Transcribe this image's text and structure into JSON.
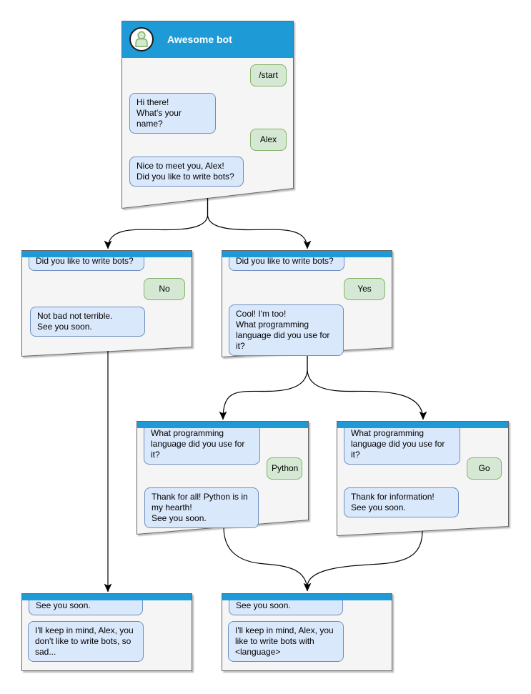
{
  "diagram_type": "chat-bot-conversation-flow",
  "colors": {
    "header_blue": "#1e9bd7",
    "window_fill": "#f5f5f5",
    "window_border": "#666666",
    "bot_bubble_fill": "#dae8fc",
    "bot_bubble_border": "#6c8ebf",
    "user_bubble_fill": "#d5e8d4",
    "user_bubble_border": "#82b366",
    "connector": "#000000"
  },
  "icons": {
    "avatar": "user-avatar-icon"
  },
  "windows": {
    "main": {
      "title": "Awesome bot",
      "messages": [
        {
          "from": "user",
          "text": "/start"
        },
        {
          "from": "bot",
          "text": "Hi there!\nWhat's your name?"
        },
        {
          "from": "user",
          "text": "Alex"
        },
        {
          "from": "bot",
          "text": "Nice to meet you, Alex!\nDid you like to write bots?"
        }
      ]
    },
    "no_branch": {
      "messages": [
        {
          "from": "bot",
          "text": "Did you like to write bots?"
        },
        {
          "from": "user",
          "text": "No"
        },
        {
          "from": "bot",
          "text": "Not bad not terrible.\nSee you soon."
        }
      ]
    },
    "yes_branch": {
      "messages": [
        {
          "from": "bot",
          "text": "Did you like to write bots?"
        },
        {
          "from": "user",
          "text": "Yes"
        },
        {
          "from": "bot",
          "text": "Cool! I'm too!\nWhat programming\nlanguage did you use for it?"
        }
      ]
    },
    "python_branch": {
      "messages": [
        {
          "from": "bot",
          "text": "What programming\nlanguage did you use for it?"
        },
        {
          "from": "user",
          "text": "Python"
        },
        {
          "from": "bot",
          "text": "Thank for all! Python is in\nmy hearth!\nSee you soon."
        }
      ]
    },
    "go_branch": {
      "messages": [
        {
          "from": "bot",
          "text": "What programming\nlanguage did you use for it?"
        },
        {
          "from": "user",
          "text": "Go"
        },
        {
          "from": "bot",
          "text": "Thank for information!\nSee you soon."
        }
      ]
    },
    "bye_no": {
      "messages": [
        {
          "from": "bot",
          "text": "See you soon."
        },
        {
          "from": "bot",
          "text": "I'll keep in mind, Alex, you\ndon't like to write bots, so\nsad..."
        }
      ]
    },
    "bye_yes": {
      "messages": [
        {
          "from": "bot",
          "text": "See you soon."
        },
        {
          "from": "bot",
          "text": "I'll keep in mind, Alex, you\nlike to write bots with\n<language>"
        }
      ]
    }
  }
}
